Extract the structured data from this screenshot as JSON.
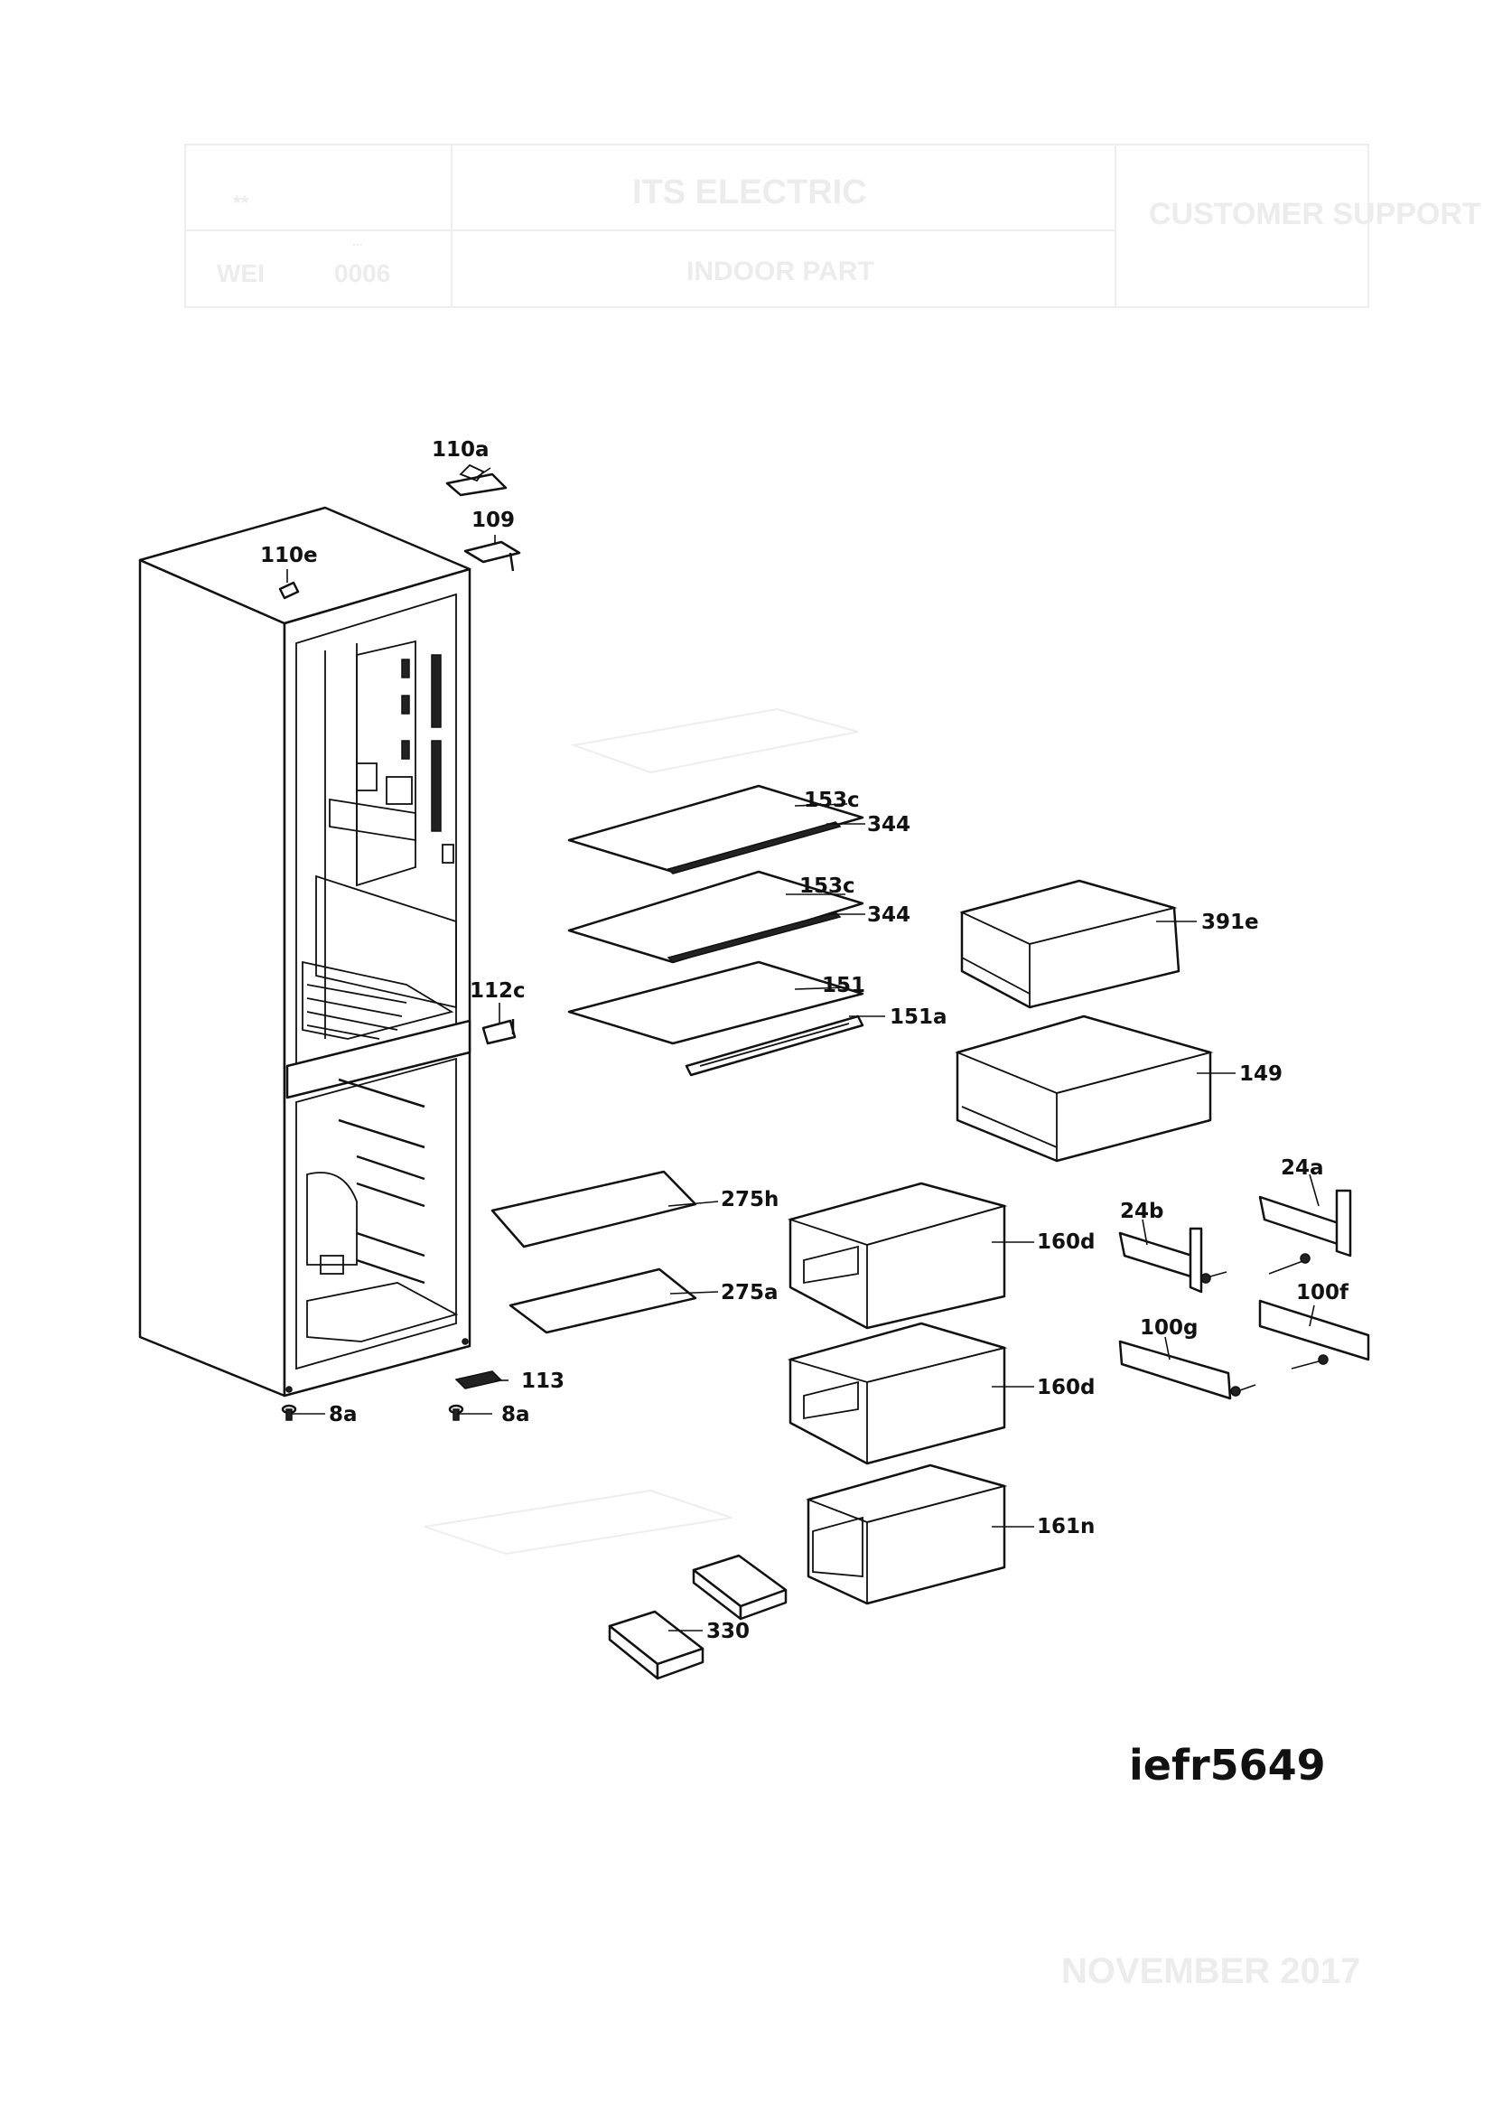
{
  "model_code": "iefr5649",
  "watermark": {
    "header_title": "ITS ELECTRIC",
    "header_sub": "INDOOR PART",
    "header_left_top": "**",
    "header_left_mid": "...",
    "header_left_bottom_a": "WEI",
    "header_left_bottom_b": "0006",
    "header_right": "CUSTOMER SUPPORT",
    "footer_date": "NOVEMBER 2017"
  },
  "parts": [
    {
      "id": "110a"
    },
    {
      "id": "109"
    },
    {
      "id": "110e"
    },
    {
      "id": "112c"
    },
    {
      "id": "113"
    },
    {
      "id": "8a"
    },
    {
      "id": "153c"
    },
    {
      "id": "344"
    },
    {
      "id": "151"
    },
    {
      "id": "151a"
    },
    {
      "id": "391e"
    },
    {
      "id": "149"
    },
    {
      "id": "275h"
    },
    {
      "id": "275a"
    },
    {
      "id": "160d"
    },
    {
      "id": "161n"
    },
    {
      "id": "330"
    },
    {
      "id": "24a"
    },
    {
      "id": "24b"
    },
    {
      "id": "100f"
    },
    {
      "id": "100g"
    }
  ],
  "callouts": {
    "c110a": "110a",
    "c109": "109",
    "c110e": "110e",
    "c112c": "112c",
    "c113": "113",
    "c8a_left": "8a",
    "c8a_right": "8a",
    "c153c_top": "153c",
    "c344_top": "344",
    "c153c_mid": "153c",
    "c344_mid": "344",
    "c151": "151",
    "c151a": "151a",
    "c391e": "391e",
    "c149": "149",
    "c275h": "275h",
    "c275a": "275a",
    "c160d_top": "160d",
    "c160d_mid": "160d",
    "c161n": "161n",
    "c330": "330",
    "c24a": "24a",
    "c24b": "24b",
    "c100f": "100f",
    "c100g": "100g"
  }
}
